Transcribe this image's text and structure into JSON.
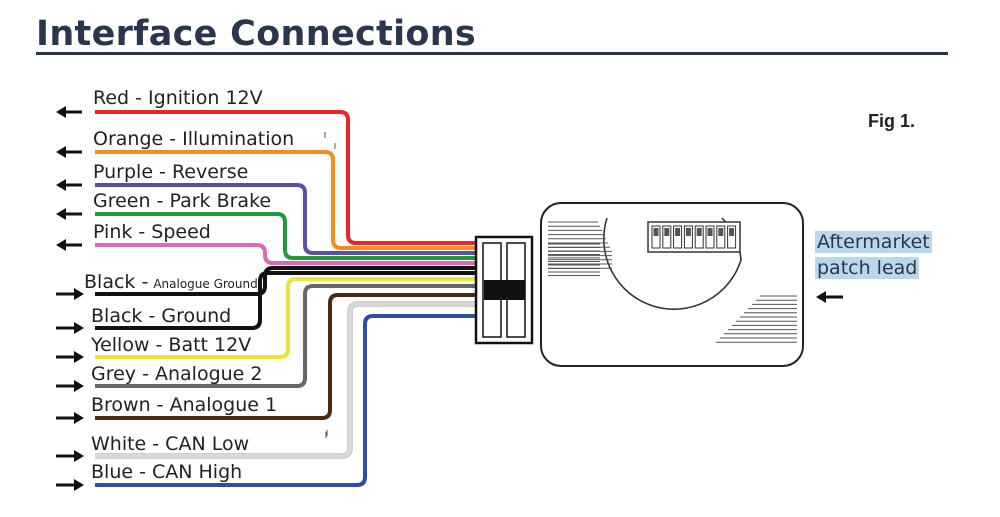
{
  "header": {
    "title": "Interface Connections",
    "figure_label": "Fig 1."
  },
  "patch_lead": {
    "line1": "Aftermarket",
    "line2": "patch lead"
  },
  "wires": [
    {
      "label": "Red - Ignition 12V",
      "label_small": "",
      "color": "#e8262b",
      "direction": "out"
    },
    {
      "label": "Orange - Illumination",
      "label_small": "",
      "color": "#f28d1e",
      "direction": "out"
    },
    {
      "label": "Purple - Reverse",
      "label_small": "",
      "color": "#5b4fa6",
      "direction": "out"
    },
    {
      "label": "Green - Park Brake",
      "label_small": "",
      "color": "#1f9a3a",
      "direction": "out"
    },
    {
      "label": "Pink - Speed",
      "label_small": "",
      "color": "#d96bb3",
      "direction": "out"
    },
    {
      "label": "Black -",
      "label_small": "Analogue Ground",
      "color": "#111111",
      "direction": "in"
    },
    {
      "label": "Black - Ground",
      "label_small": "",
      "color": "#111111",
      "direction": "in"
    },
    {
      "label": "Yellow - Batt 12V",
      "label_small": "",
      "color": "#ece23a",
      "direction": "in"
    },
    {
      "label": "Grey - Analogue 2",
      "label_small": "",
      "color": "#666666",
      "direction": "in"
    },
    {
      "label": "Brown - Analogue 1",
      "label_small": "",
      "color": "#4a2a10",
      "direction": "in"
    },
    {
      "label": "White - CAN Low",
      "label_small": "",
      "color": "#d8d8d8",
      "direction": "in"
    },
    {
      "label": "Blue - CAN High",
      "label_small": "",
      "color": "#2b4fa3",
      "direction": "in"
    }
  ]
}
